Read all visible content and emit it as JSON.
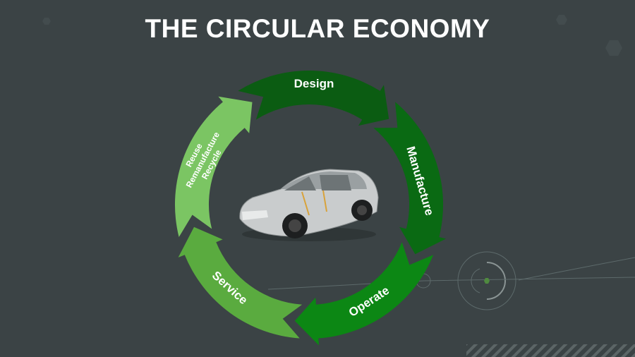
{
  "title": "THE CIRCULAR ECONOMY",
  "cycle": {
    "segments": [
      {
        "label": "Design",
        "color": "#0b5c12"
      },
      {
        "label": "Manufacture",
        "color": "#0a6a13"
      },
      {
        "label": "Operate",
        "color": "#0c8714"
      },
      {
        "label": "Service",
        "color": "#5aab3f"
      },
      {
        "label": "Reuse Remanufacture Recycle",
        "lines": [
          "Reuse",
          "Remanufacture",
          "Recycle"
        ],
        "color": "#7bc563"
      }
    ],
    "center_image": "car-cutaway"
  },
  "colors": {
    "background": "#3b4345"
  }
}
